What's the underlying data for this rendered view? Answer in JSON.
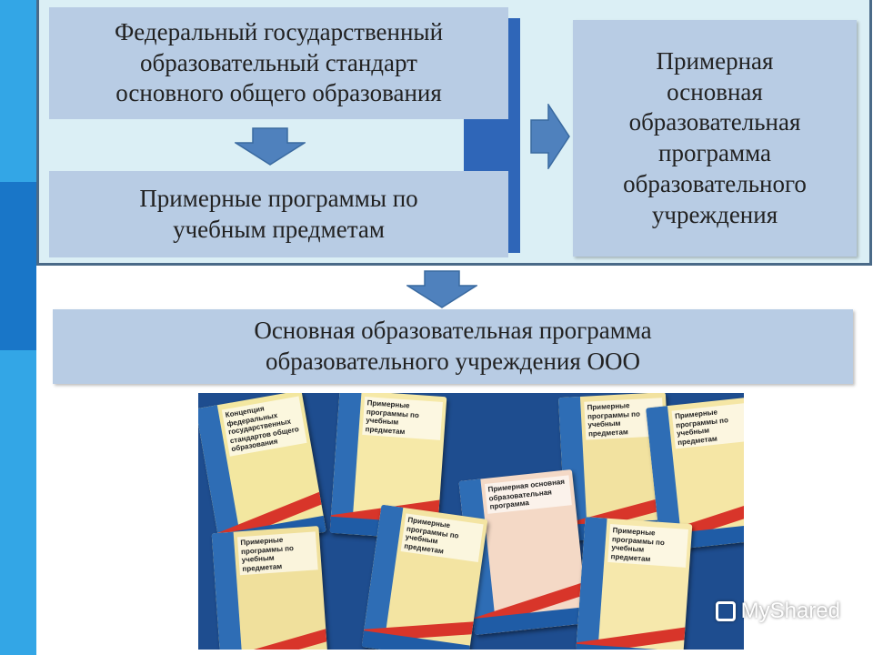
{
  "boxes": {
    "fgos": [
      "Федеральный государственный",
      "образовательный стандарт",
      "основного общего образования"
    ],
    "subject_programs": [
      "Примерные программы по",
      "учебным предметам"
    ],
    "model_program": [
      "Примерная",
      "основная",
      "образовательная",
      "программа",
      "образовательного",
      "учреждения"
    ],
    "school_program": [
      "Основная образовательная программа",
      "образовательного учреждения ООО"
    ]
  },
  "books": [
    {
      "label": "Концепция федеральных государственных стандартов общего образования",
      "color": "#f3e7a0"
    },
    {
      "label": "Примерные программы по учебным предметам",
      "color": "#f6e9a8"
    },
    {
      "label": "Примерные программы по учебным предметам",
      "color": "#f2e2a0"
    },
    {
      "label": "Примерная основная образовательная программа",
      "color": "#f4d9c6"
    },
    {
      "label": "Примерные программы по учебным предметам",
      "color": "#f5e6a5"
    },
    {
      "label": "Примерные программы по учебным предметам",
      "color": "#f3e4a2"
    },
    {
      "label": "Примерные программы по учебным предметам",
      "color": "#f6e8ac"
    },
    {
      "label": "Примерные программы по учебным предметам",
      "color": "#f0e09c"
    }
  ],
  "watermark": "MyShared",
  "colors": {
    "box": "#b8cce4",
    "panel": "#dbeff5",
    "arrow": "#4f81bd",
    "connector": "#2f66b8",
    "sidebar": "#33a6e6"
  }
}
